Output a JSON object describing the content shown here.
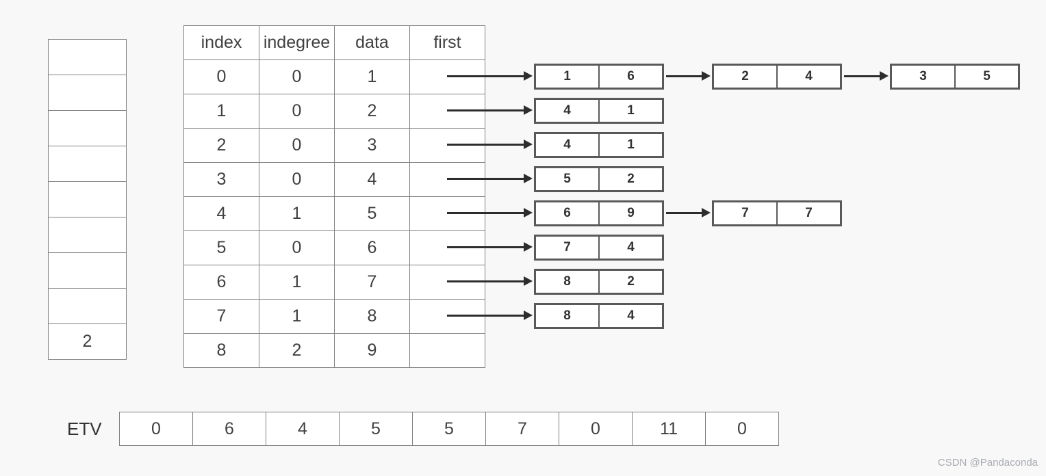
{
  "page": {
    "watermark": "CSDN @Pandaconda"
  },
  "colors": {
    "background": "#f8f8f9",
    "grid_border": "#7f7f7f",
    "node_border": "#595959",
    "arrow": "#2d2d2d",
    "text": "#404040"
  },
  "stack": {
    "cells": [
      "",
      "",
      "",
      "",
      "",
      "",
      "",
      "",
      "2"
    ]
  },
  "table": {
    "headers": [
      "index",
      "indegree",
      "data",
      "first"
    ],
    "rows": [
      {
        "index": "0",
        "indegree": "0",
        "data": "1",
        "first": ""
      },
      {
        "index": "1",
        "indegree": "0",
        "data": "2",
        "first": ""
      },
      {
        "index": "2",
        "indegree": "0",
        "data": "3",
        "first": ""
      },
      {
        "index": "3",
        "indegree": "0",
        "data": "4",
        "first": ""
      },
      {
        "index": "4",
        "indegree": "1",
        "data": "5",
        "first": ""
      },
      {
        "index": "5",
        "indegree": "0",
        "data": "6",
        "first": ""
      },
      {
        "index": "6",
        "indegree": "1",
        "data": "7",
        "first": ""
      },
      {
        "index": "7",
        "indegree": "1",
        "data": "8",
        "first": ""
      },
      {
        "index": "8",
        "indegree": "2",
        "data": "9",
        "first": ""
      }
    ]
  },
  "lists": [
    {
      "nodes": [
        {
          "adjvex": "1",
          "weight": "6"
        },
        {
          "adjvex": "2",
          "weight": "4"
        },
        {
          "adjvex": "3",
          "weight": "5"
        }
      ]
    },
    {
      "nodes": [
        {
          "adjvex": "4",
          "weight": "1"
        }
      ]
    },
    {
      "nodes": [
        {
          "adjvex": "4",
          "weight": "1"
        }
      ]
    },
    {
      "nodes": [
        {
          "adjvex": "5",
          "weight": "2"
        }
      ]
    },
    {
      "nodes": [
        {
          "adjvex": "6",
          "weight": "9"
        },
        {
          "adjvex": "7",
          "weight": "7"
        }
      ]
    },
    {
      "nodes": [
        {
          "adjvex": "7",
          "weight": "4"
        }
      ]
    },
    {
      "nodes": [
        {
          "adjvex": "8",
          "weight": "2"
        }
      ]
    },
    {
      "nodes": [
        {
          "adjvex": "8",
          "weight": "4"
        }
      ]
    }
  ],
  "etv": {
    "label": "ETV",
    "values": [
      "0",
      "6",
      "4",
      "5",
      "5",
      "7",
      "0",
      "11",
      "0"
    ]
  }
}
